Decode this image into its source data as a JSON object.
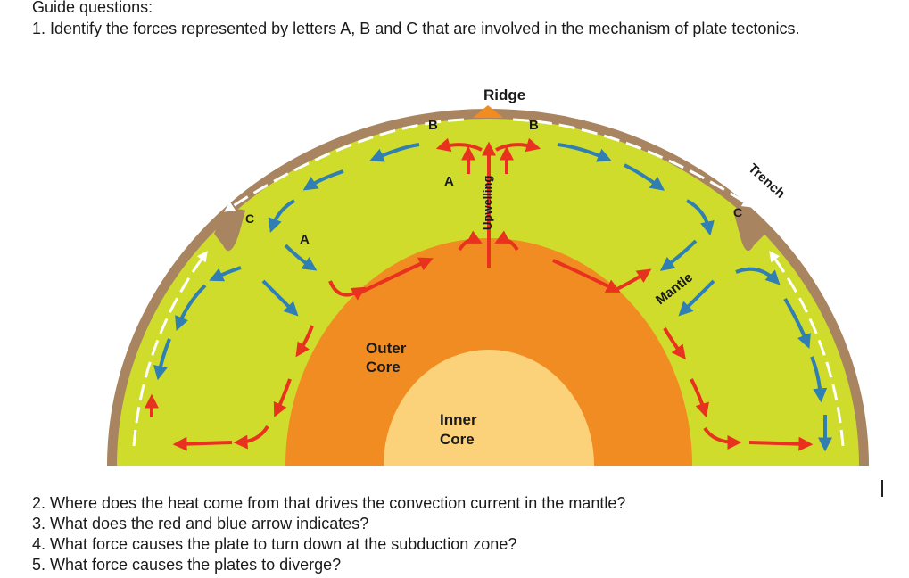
{
  "heading": "Guide questions:",
  "questions": [
    "1. Identify the forces represented by letters A, B and C that are involved in the mechanism of plate tectonics.",
    "2. Where does the heat come from that drives the convection current in the mantle?",
    "3. What does the red and blue arrow indicates?",
    "4. What force causes the plate to turn down at the subduction zone?",
    "5. What force causes the plates to diverge?"
  ],
  "diagram": {
    "ridge": "Ridge",
    "upwelling": "Upwelling",
    "trench": "Trench",
    "mantle": "Mantle",
    "outer_core_line1": "Outer",
    "outer_core_line2": "Core",
    "inner_core_line1": "Inner",
    "inner_core_line2": "Core",
    "letter_a": "A",
    "letter_b": "B",
    "letter_c": "C"
  },
  "colors": {
    "crust": "#a88460",
    "mantle": "#cfdc2c",
    "outer_core": "#f18c22",
    "inner_core": "#fbd27a",
    "hot_arrow": "#e8321f",
    "cold_arrow": "#2f7fb3"
  }
}
